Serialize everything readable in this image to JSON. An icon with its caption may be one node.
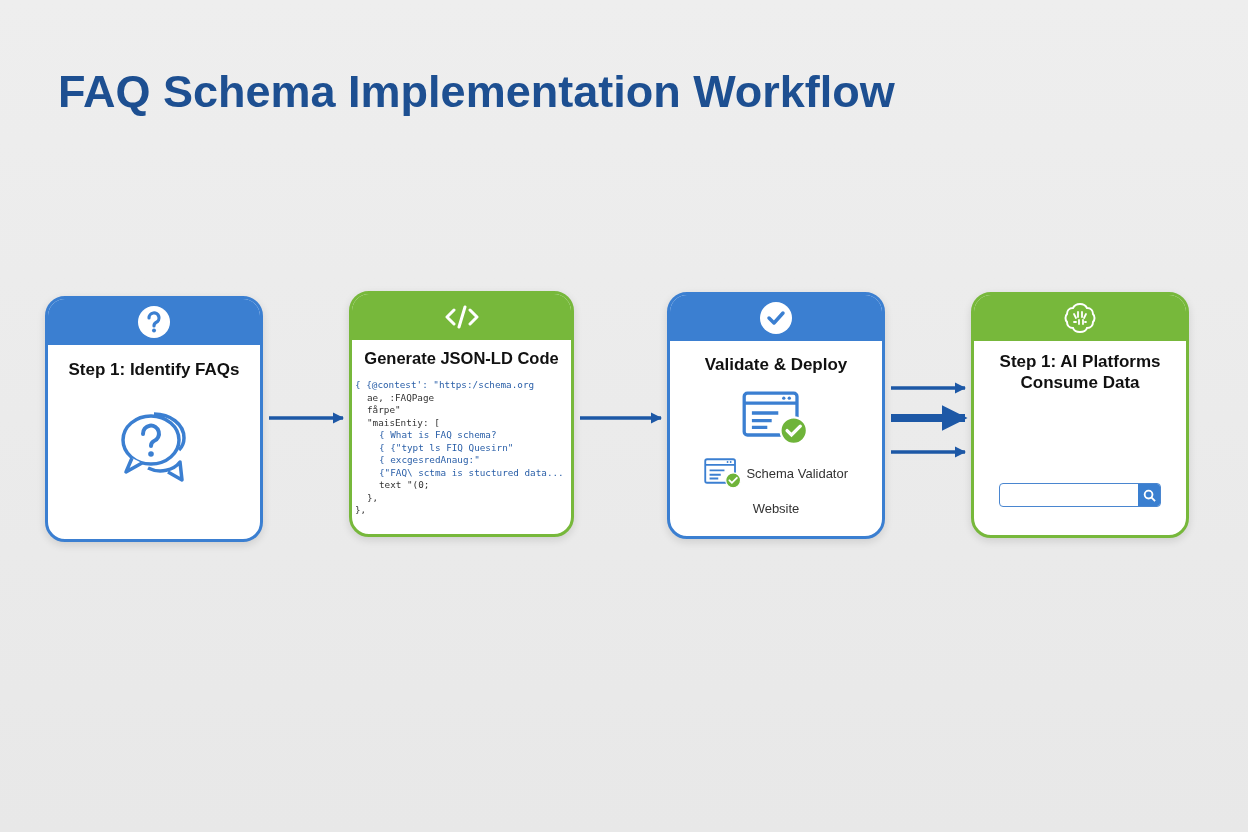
{
  "diagram": {
    "title": "FAQ Schema Implementation Workflow",
    "nodes": [
      {
        "text": [
          "Step 1: Identify FAQs"
        ]
      },
      {
        "text": [
          "Generate JSON-LD Code",
          "{ {@contest': \"https:/schema.org",
          "ae, :FAQPage",
          "fårpe\"",
          "\"maisEntiy: [",
          "{ What is FAQ schema?",
          "{ {\"typt ls FIQ Quesirn\"",
          "{ excgesredAnaug:\"",
          "{\"FAQ\\ sctma is stuctured data...",
          "text \"(0;",
          "},",
          "},"
        ]
      },
      {
        "text": [
          "Validate & Deploy",
          "Schema Validator",
          "Website"
        ]
      },
      {
        "text": [
          "Step 1: AI Platforms Consume Data"
        ]
      }
    ],
    "edges": [
      {
        "from": 0,
        "to": 1,
        "arrow": "to"
      },
      {
        "from": 1,
        "to": 2,
        "arrow": "to"
      },
      {
        "from": 2,
        "to": 3,
        "arrow": "to"
      },
      {
        "from": 2,
        "to": 3,
        "arrow": "to",
        "style": "thick"
      },
      {
        "from": 2,
        "to": 3,
        "arrow": "to"
      }
    ]
  }
}
